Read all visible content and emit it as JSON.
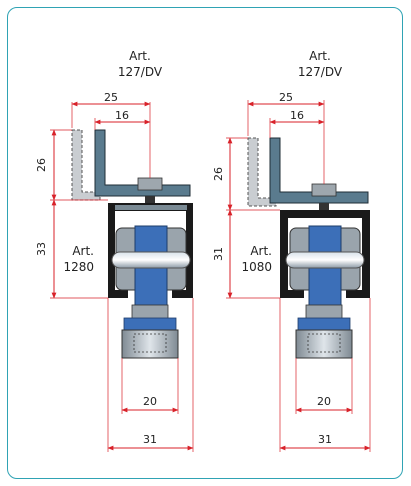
{
  "colors": {
    "frame": "#2fa3b4",
    "dimension": "#d8222a",
    "profile_dark": "#1a1a1a",
    "bracket": "#5a7b8e",
    "bracket_shadow": "#b4b9bd",
    "carriage_blue": "#3c6fb8",
    "carriage_grey": "#9aa4ac"
  },
  "left": {
    "bracket_label_line1": "Art.",
    "bracket_label_line2": "127/DV",
    "profile_label_line1": "Art.",
    "profile_label_line2": "1280",
    "dim_top_outer": "25",
    "dim_top_inner": "16",
    "dim_bracket_height": "26",
    "dim_profile_height": "33",
    "dim_bottom_inner": "20",
    "dim_bottom_outer": "31"
  },
  "right": {
    "bracket_label_line1": "Art.",
    "bracket_label_line2": "127/DV",
    "profile_label_line1": "Art.",
    "profile_label_line2": "1080",
    "dim_top_outer": "25",
    "dim_top_inner": "16",
    "dim_bracket_height": "26",
    "dim_profile_height": "31",
    "dim_bottom_inner": "20",
    "dim_bottom_outer": "31"
  }
}
